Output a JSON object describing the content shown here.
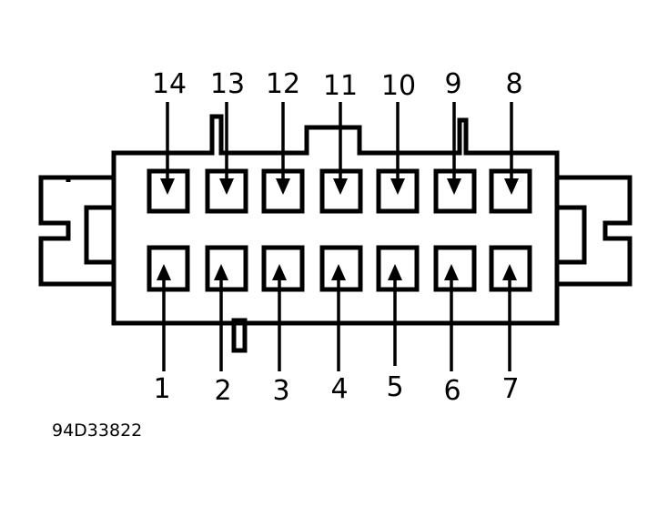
{
  "diagram": {
    "figure_id": "94D33822",
    "top_pins": [
      "14",
      "13",
      "12",
      "11",
      "10",
      "9",
      "8"
    ],
    "bottom_pins": [
      "1",
      "2",
      "3",
      "4",
      "5",
      "6",
      "7"
    ],
    "ink_color": "#000000",
    "background_color": "#ffffff"
  }
}
